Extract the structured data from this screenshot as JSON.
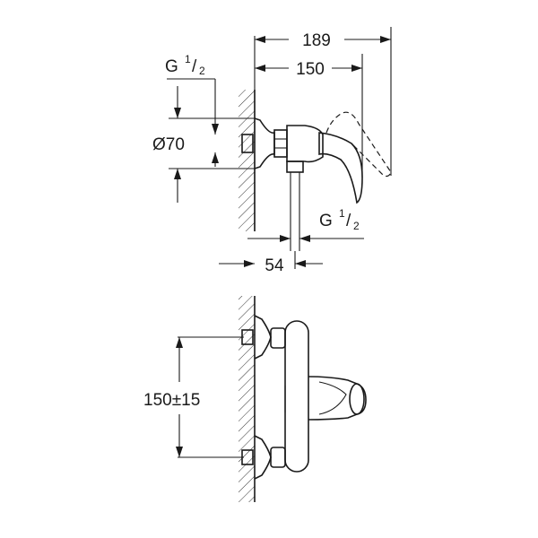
{
  "dimensions": {
    "overall_depth": "189",
    "handle_depth": "150",
    "thread_top_g": "G",
    "thread_top_num": "1",
    "thread_top_den": "2",
    "rosette_dia": "Ø70",
    "thread_outlet_g": "G",
    "thread_outlet_num": "1",
    "thread_outlet_den": "2",
    "outlet_offset": "54",
    "center_distance": "150±15"
  }
}
